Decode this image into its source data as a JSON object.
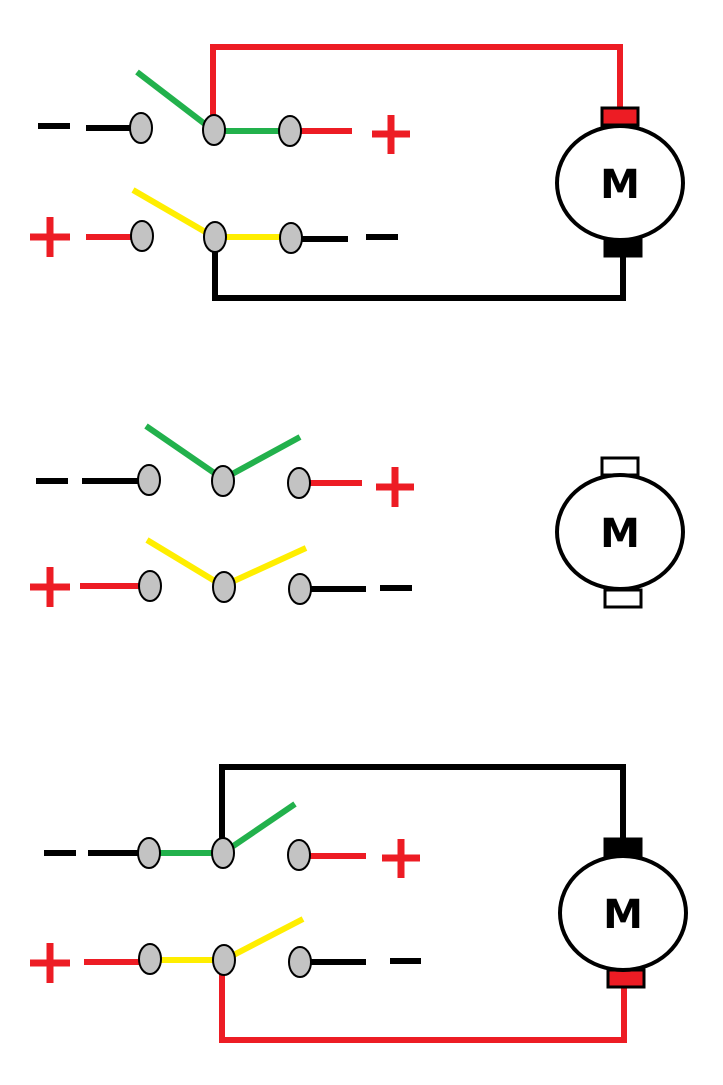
{
  "colors": {
    "positive": "#ed1c24",
    "negative": "#000000",
    "switch_a": "#22b14c",
    "switch_b": "#ffee00",
    "terminal_fill": "#c3c3c3",
    "background": "#ffffff"
  },
  "symbols": {
    "plus": "+",
    "minus": "-"
  },
  "circuits": [
    {
      "id": "top",
      "motor_label": "M",
      "switch_a_state": "thrown-left",
      "switch_b_state": "thrown-left",
      "motor_polarity": "top-positive"
    },
    {
      "id": "middle",
      "motor_label": "M",
      "switch_a_state": "center-off",
      "switch_b_state": "center-off",
      "motor_polarity": "disconnected"
    },
    {
      "id": "bottom",
      "motor_label": "M",
      "switch_a_state": "thrown-right",
      "switch_b_state": "thrown-right",
      "motor_polarity": "top-negative"
    }
  ]
}
